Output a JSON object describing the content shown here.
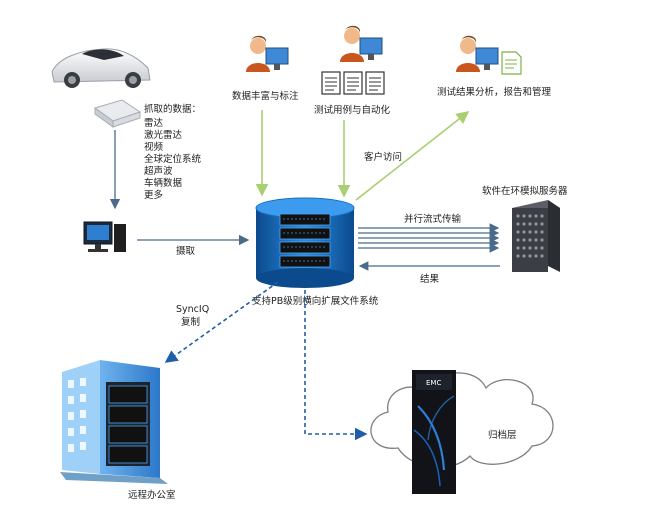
{
  "labels": {
    "captured_data_title": "抓取的数据：",
    "captured_items": [
      "雷达",
      "激光雷达",
      "视频",
      "全球定位系统",
      "超声波",
      "车辆数据",
      "更多"
    ],
    "data_labeling": "数据丰富与标注",
    "test_cases": "测试用例与自动化",
    "test_analysis": "测试结果分析，报告和管理",
    "client_access": "客户访问",
    "simulation_server": "软件在环模拟服务器",
    "parallel_transfer": "并行流式传输",
    "results": "结果",
    "capture": "摄取",
    "storage_system": "支持PB级别横向扩展文件系统",
    "synciq": "SyncIQ",
    "replicate": "复制",
    "remote_office": "远程办公室",
    "archive": "归档层",
    "emc_badge": "EMC"
  },
  "colors": {
    "arrow_dark": "#4a6a8c",
    "arrow_green": "#a9cf72",
    "dashed_blue": "#1f5fa8",
    "server_blue": "#1a6fbd",
    "building_blue": "#3a8ad6"
  }
}
